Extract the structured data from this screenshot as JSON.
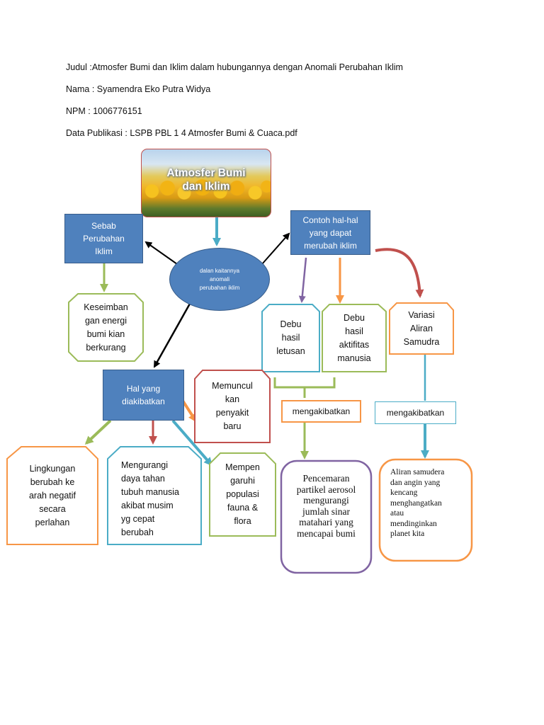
{
  "header": {
    "judul": "Judul :Atmosfer Bumi dan Iklim dalam hubungannya dengan Anomali Perubahan Iklim",
    "nama": "Nama : Syamendra Eko Putra Widya",
    "npm": "NPM : 1006776151",
    "data_publikasi": "Data Publikasi : LSPB PBL 1 4 Atmosfer  Bumi & Cuaca.pdf"
  },
  "diagram": {
    "title_line1": "Atmosfer Bumi",
    "title_line2": "dan Iklim",
    "center": {
      "line1": "dalan kaitannya",
      "line2": "anomali",
      "line3": "perubahan iklim"
    },
    "sebab": {
      "line1": "Sebab",
      "line2": "Perubahan",
      "line3": "Iklim"
    },
    "keseimbangan": {
      "line1": "Keseimban",
      "line2": "gan energi",
      "line3": "bumi kian",
      "line4": "berkurang"
    },
    "contoh": {
      "line1": "Contoh hal-hal",
      "line2": "yang dapat",
      "line3": "merubah iklim"
    },
    "debu_letusan": {
      "line1": "Debu",
      "line2": "hasil",
      "line3": "letusan"
    },
    "debu_manusia": {
      "line1": "Debu",
      "line2": "hasil",
      "line3": "aktifitas",
      "line4": "manusia"
    },
    "variasi": {
      "line1": "Variasi",
      "line2": "Aliran",
      "line3": "Samudra"
    },
    "hal_akibat": {
      "line1": "Hal yang",
      "line2": "diakibatkan"
    },
    "memunculkan": {
      "line1": "Memuncul",
      "line2": "kan",
      "line3": "penyakit",
      "line4": "baru"
    },
    "mengakibatkan_left": "mengakibatkan",
    "mengakibatkan_right": "mengakibatkan",
    "lingkungan": {
      "line1": "Lingkungan",
      "line2": "berubah ke",
      "line3": "arah negatif",
      "line4": "secara",
      "line5": "perlahan"
    },
    "mengurangi": {
      "line1": "Mengurangi",
      "line2": "daya tahan",
      "line3": "tubuh manusia",
      "line4": "akibat musim",
      "line5": "yg cepat",
      "line6": "berubah"
    },
    "mempengaruhi": {
      "line1": "Mempen",
      "line2": "garuhi",
      "line3": "populasi",
      "line4": "fauna &",
      "line5": "flora"
    },
    "pencemaran": {
      "line1": "Pencemaran",
      "line2": "partikel aerosol",
      "line3": "mengurangi",
      "line4": "jumlah sinar",
      "line5": "matahari yang",
      "line6": "mencapai bumi"
    },
    "aliran": {
      "line1": "Aliran samudera",
      "line2": "dan angin yang",
      "line3": "kencang",
      "line4": "menghangatkan",
      "line5": "atau",
      "line6": "mendinginkan",
      "line7": "planet kita"
    }
  },
  "colors": {
    "blue_fill": "#4f81bd",
    "green": "#9bbb59",
    "orange": "#f79646",
    "red": "#c0504d",
    "purple": "#8064a2",
    "aqua": "#4bacc6",
    "black": "#000000"
  }
}
